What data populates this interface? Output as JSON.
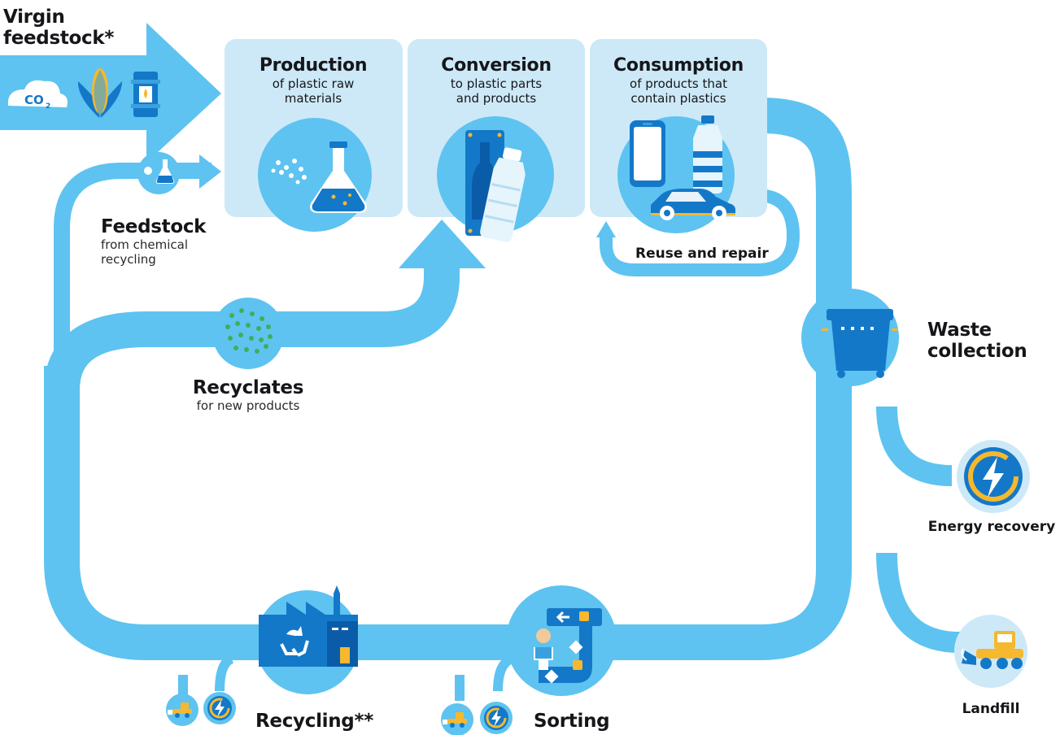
{
  "colors": {
    "flow": "#5ec3f0",
    "flow_light": "#cde9f8",
    "icon_dark": "#1478c8",
    "icon_mid": "#3aa0e0",
    "accent_yellow": "#f5b82e",
    "accent_green": "#3fae5a",
    "text": "#16161a"
  },
  "virgin": {
    "title": "Virgin feedstock*",
    "co2": "CO",
    "co2_sub": "2"
  },
  "stages": {
    "production": {
      "title": "Production",
      "sub": "of plastic raw materials"
    },
    "conversion": {
      "title": "Conversion",
      "sub": "to plastic parts and products"
    },
    "consumption": {
      "title": "Consumption",
      "sub": "of products that contain plastics"
    }
  },
  "feedstock": {
    "title": "Feedstock",
    "sub": "from chemical recycling"
  },
  "recyclates": {
    "title": "Recyclates",
    "sub": "for new products"
  },
  "reuse": {
    "label": "Reuse and repair"
  },
  "waste": {
    "label": "Waste collection"
  },
  "energy": {
    "label": "Energy recovery"
  },
  "landfill": {
    "label": "Landfill"
  },
  "sorting": {
    "label": "Sorting"
  },
  "recycling": {
    "label": "Recycling**"
  },
  "icons": [
    "co2-cloud-icon",
    "corn-icon",
    "oil-barrel-icon",
    "flask-icon",
    "bottle-mold-icon",
    "smartphone-icon",
    "bottle-icon",
    "car-icon",
    "waste-container-icon",
    "lightning-icon",
    "bulldozer-icon",
    "factory-recycle-icon",
    "sorting-conveyor-icon",
    "recyclate-pellets-icon"
  ]
}
